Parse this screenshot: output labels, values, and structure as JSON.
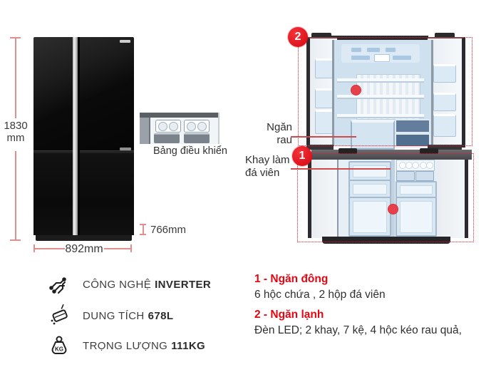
{
  "colors": {
    "accent_red": "#e30613",
    "dimension_line": "#e08e8e",
    "text_dark": "#303030"
  },
  "left_product": {
    "height_value": "1830",
    "height_unit": "mm",
    "width_label": "892mm",
    "depth_label": "766mm",
    "inset_caption": "Bảng điều khiển"
  },
  "right_product": {
    "badges": [
      {
        "number": "1"
      },
      {
        "number": "2"
      }
    ],
    "callouts": [
      {
        "lines": [
          "Ngăn",
          "rau"
        ]
      },
      {
        "lines": [
          "Khay làm",
          "đá viên"
        ]
      }
    ]
  },
  "features": [
    {
      "icon": "inverter-icon",
      "label": "CÔNG NGHỆ",
      "value": "INVERTER"
    },
    {
      "icon": "capacity-icon",
      "label": "DUNG TÍCH",
      "value": "678L"
    },
    {
      "icon": "weight-icon",
      "icon_text": "KG",
      "label": "TRỌNG LƯỢNG",
      "value": "111KG"
    }
  ],
  "notes": [
    {
      "title": "1 - Ngăn đông",
      "desc": "6 hộc chứa , 2 hộp đá viên"
    },
    {
      "title": "2 - Ngăn lạnh",
      "desc": "Đèn LED; 2 khay, 7 kệ, 4 hộc kéo rau quả,"
    }
  ]
}
